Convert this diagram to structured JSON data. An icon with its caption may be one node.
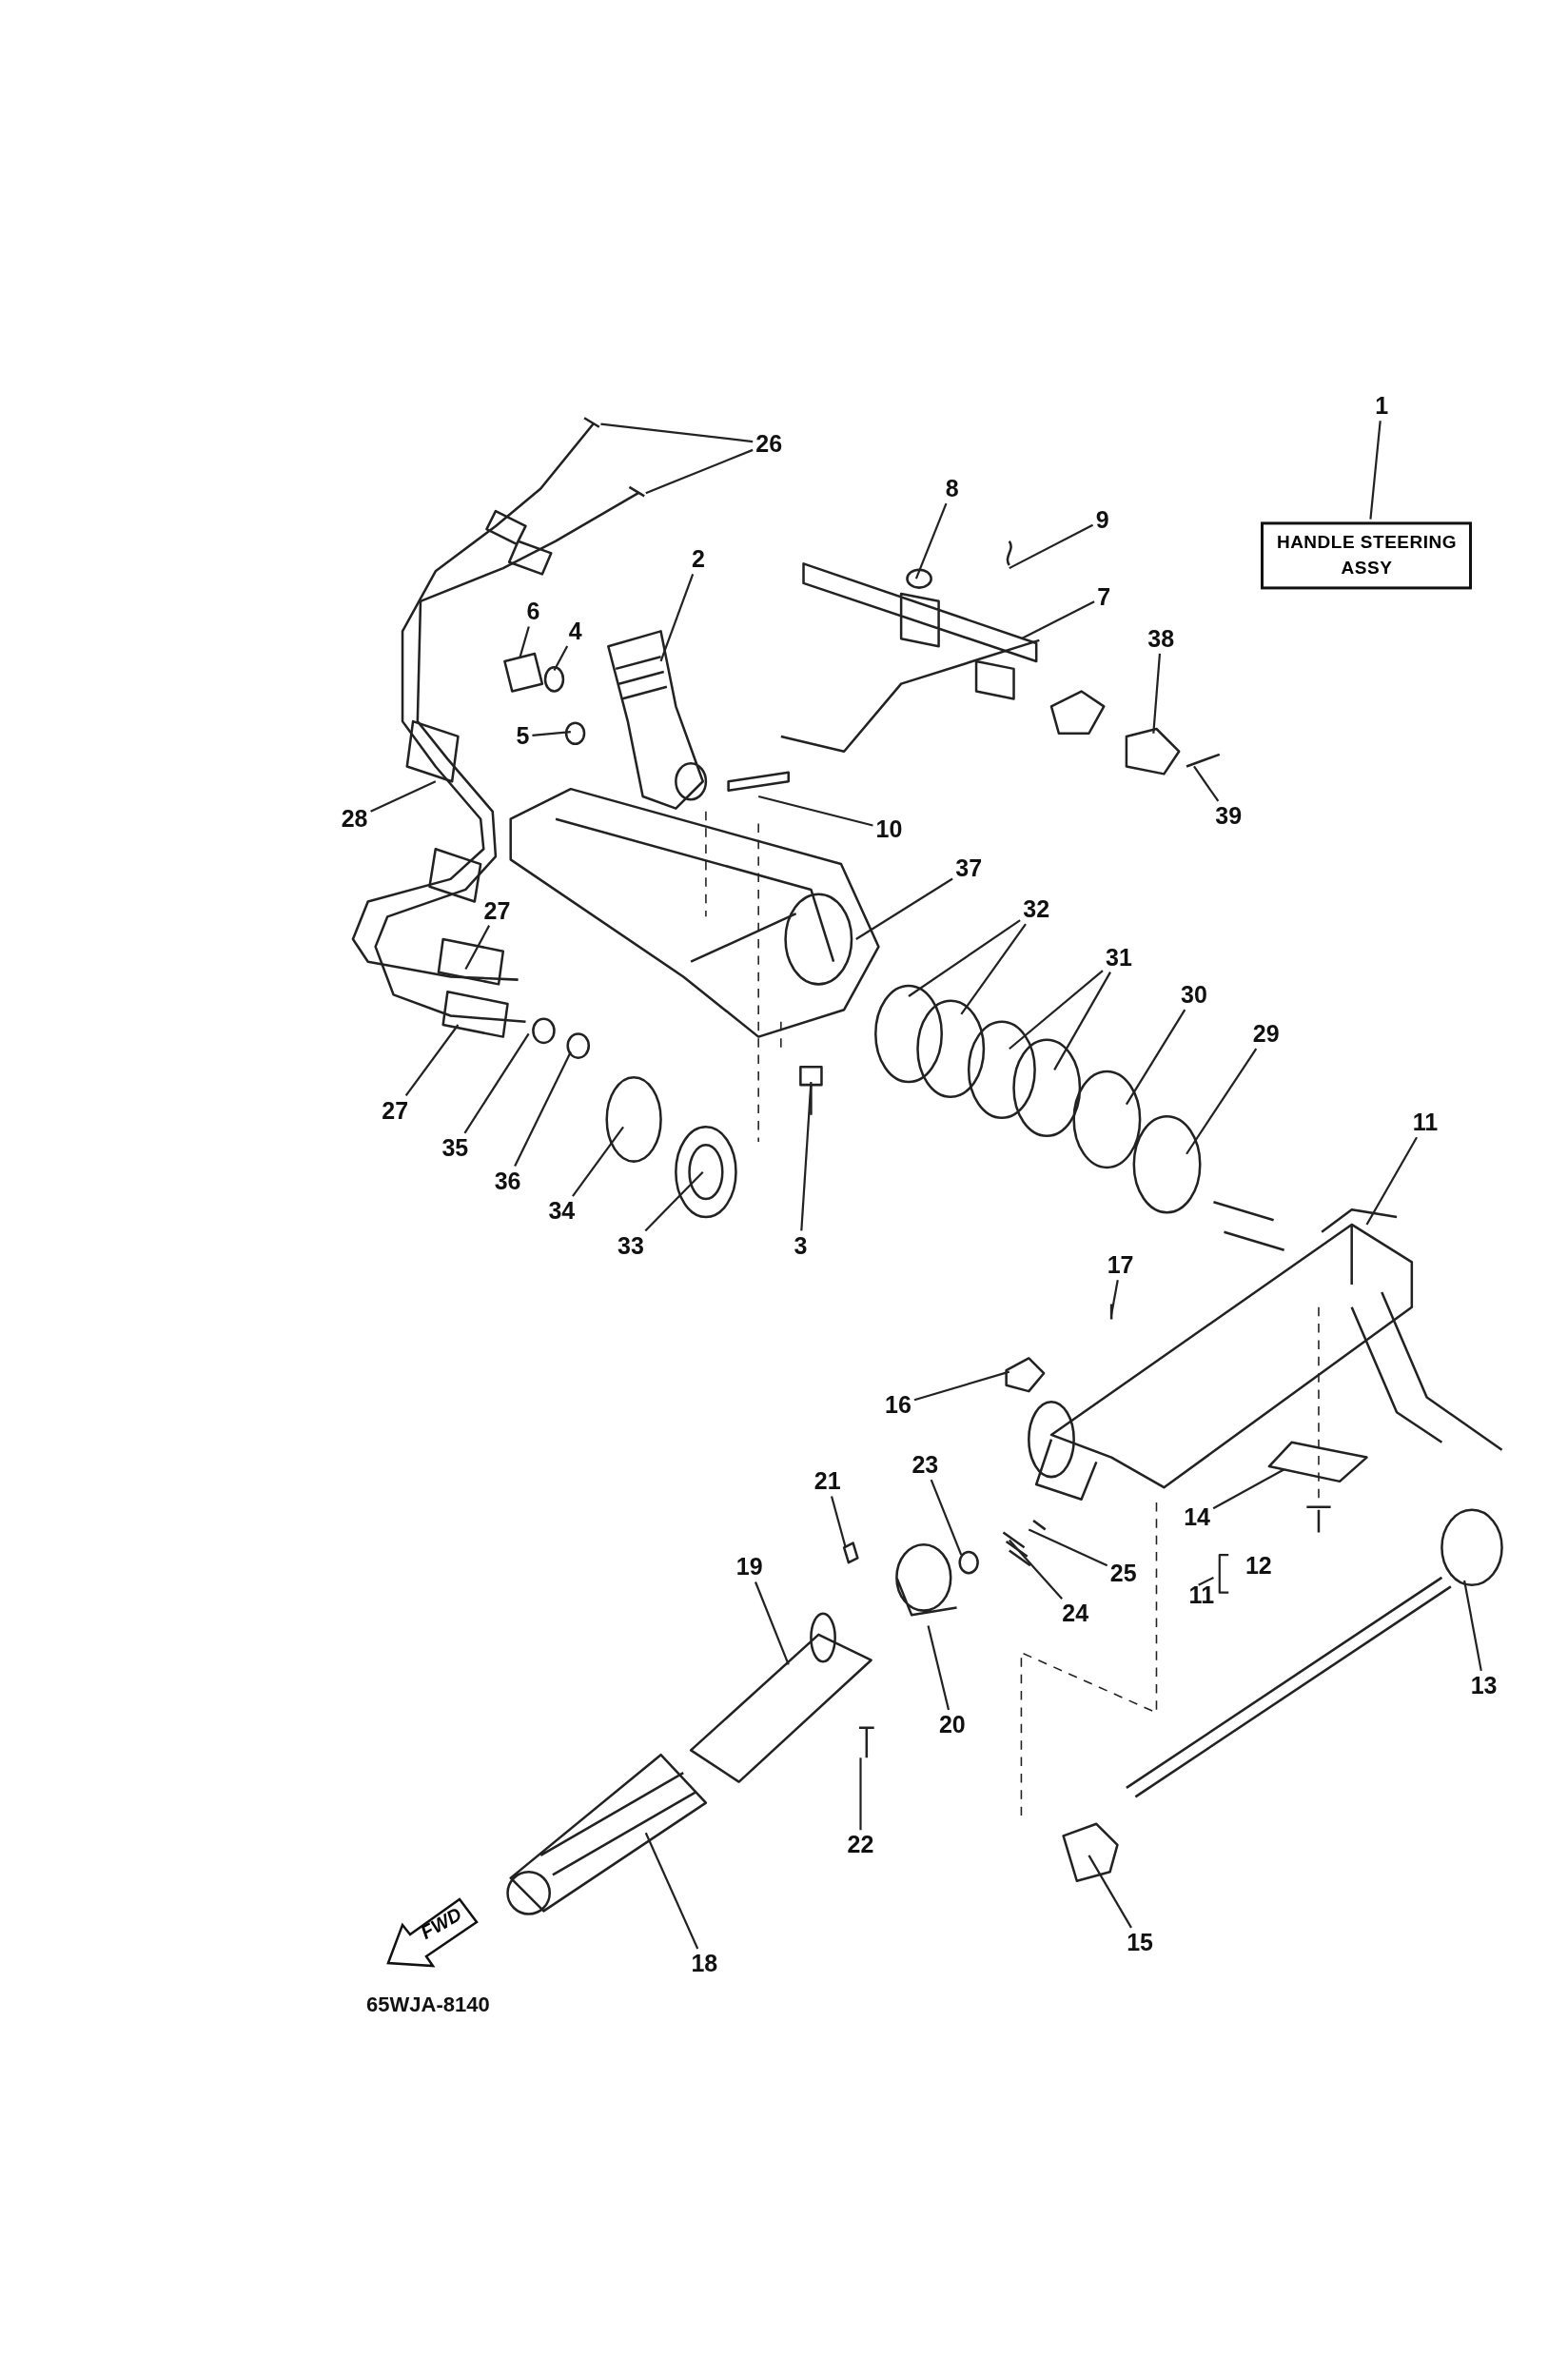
{
  "diagram": {
    "nodes": [
      {
        "text": [
          "1"
        ]
      },
      {
        "text": [
          "26"
        ]
      },
      {
        "text": [
          "8"
        ]
      },
      {
        "text": [
          "HANDLE STEERING ASSY"
        ]
      },
      {
        "text": [
          "9"
        ]
      },
      {
        "text": [
          "2"
        ]
      },
      {
        "text": [
          "7"
        ]
      },
      {
        "text": [
          "6"
        ]
      },
      {
        "text": [
          "4"
        ]
      },
      {
        "text": [
          "38"
        ]
      },
      {
        "text": [
          "5"
        ]
      },
      {
        "text": [
          "28"
        ]
      },
      {
        "text": [
          "10"
        ]
      },
      {
        "text": [
          "39"
        ]
      },
      {
        "text": [
          "37"
        ]
      },
      {
        "text": [
          "27"
        ]
      },
      {
        "text": [
          "32"
        ]
      },
      {
        "text": [
          "31"
        ]
      },
      {
        "text": [
          "30"
        ]
      },
      {
        "text": [
          "29"
        ]
      },
      {
        "text": [
          "27"
        ]
      },
      {
        "text": [
          "11"
        ]
      },
      {
        "text": [
          "35"
        ]
      },
      {
        "text": [
          "36"
        ]
      },
      {
        "text": [
          "34"
        ]
      },
      {
        "text": [
          "33"
        ]
      },
      {
        "text": [
          "3"
        ]
      },
      {
        "text": [
          "17"
        ]
      },
      {
        "text": [
          "16"
        ]
      },
      {
        "text": [
          "21"
        ]
      },
      {
        "text": [
          "23"
        ]
      },
      {
        "text": [
          "14"
        ]
      },
      {
        "text": [
          "25"
        ]
      },
      {
        "text": [
          "19"
        ]
      },
      {
        "text": [
          "24"
        ]
      },
      {
        "text": [
          "13"
        ]
      },
      {
        "text": [
          "20"
        ]
      },
      {
        "text": [
          "22"
        ]
      },
      {
        "text": [
          "15"
        ]
      },
      {
        "text": [
          "18"
        ]
      },
      {
        "text": [
          "FWD"
        ]
      }
    ],
    "edges": [
      {
        "from": 0,
        "to": 3,
        "arrow": "none"
      },
      {
        "from": 1,
        "to": null,
        "arrow": "none"
      },
      {
        "from": 1,
        "to": null,
        "arrow": "none"
      },
      {
        "from": 2,
        "to": null,
        "arrow": "none"
      },
      {
        "from": 4,
        "to": null,
        "arrow": "none"
      },
      {
        "from": 5,
        "to": null,
        "arrow": "none"
      },
      {
        "from": 6,
        "to": null,
        "arrow": "none"
      },
      {
        "from": 7,
        "to": null,
        "arrow": "none"
      },
      {
        "from": 8,
        "to": null,
        "arrow": "none"
      },
      {
        "from": 9,
        "to": null,
        "arrow": "none"
      },
      {
        "from": 10,
        "to": null,
        "arrow": "none"
      },
      {
        "from": 11,
        "to": null,
        "arrow": "none"
      },
      {
        "from": 12,
        "to": null,
        "arrow": "none"
      },
      {
        "from": 13,
        "to": null,
        "arrow": "none"
      },
      {
        "from": 14,
        "to": null,
        "arrow": "none"
      },
      {
        "from": 15,
        "to": null,
        "arrow": "none"
      },
      {
        "from": 16,
        "to": null,
        "arrow": "none"
      },
      {
        "from": 16,
        "to": null,
        "arrow": "none"
      },
      {
        "from": 17,
        "to": null,
        "arrow": "none"
      },
      {
        "from": 17,
        "to": null,
        "arrow": "none"
      },
      {
        "from": 18,
        "to": null,
        "arrow": "none"
      },
      {
        "from": 19,
        "to": null,
        "arrow": "none"
      },
      {
        "from": 20,
        "to": null,
        "arrow": "none"
      },
      {
        "from": 21,
        "to": null,
        "arrow": "none"
      },
      {
        "from": 22,
        "to": null,
        "arrow": "none"
      },
      {
        "from": 23,
        "to": null,
        "arrow": "none"
      },
      {
        "from": 24,
        "to": null,
        "arrow": "none"
      },
      {
        "from": 25,
        "to": null,
        "arrow": "none"
      },
      {
        "from": 26,
        "to": null,
        "arrow": "none"
      },
      {
        "from": 27,
        "to": null,
        "arrow": "none"
      },
      {
        "from": 28,
        "to": null,
        "arrow": "none"
      },
      {
        "from": 29,
        "to": null,
        "arrow": "none"
      },
      {
        "from": 30,
        "to": null,
        "arrow": "none"
      },
      {
        "from": 31,
        "to": null,
        "arrow": "none"
      },
      {
        "from": 32,
        "to": null,
        "arrow": "none"
      },
      {
        "from": 33,
        "to": null,
        "arrow": "none"
      },
      {
        "from": 34,
        "to": null,
        "arrow": "none"
      },
      {
        "from": 35,
        "to": null,
        "arrow": "none"
      },
      {
        "from": 36,
        "to": null,
        "arrow": "none"
      },
      {
        "from": 37,
        "to": null,
        "arrow": "none"
      },
      {
        "from": 38,
        "to": null,
        "arrow": "none"
      },
      {
        "from": 39,
        "to": null,
        "arrow": "none"
      }
    ],
    "labels": [
      "11",
      "12",
      "65WJA-8140"
    ]
  }
}
